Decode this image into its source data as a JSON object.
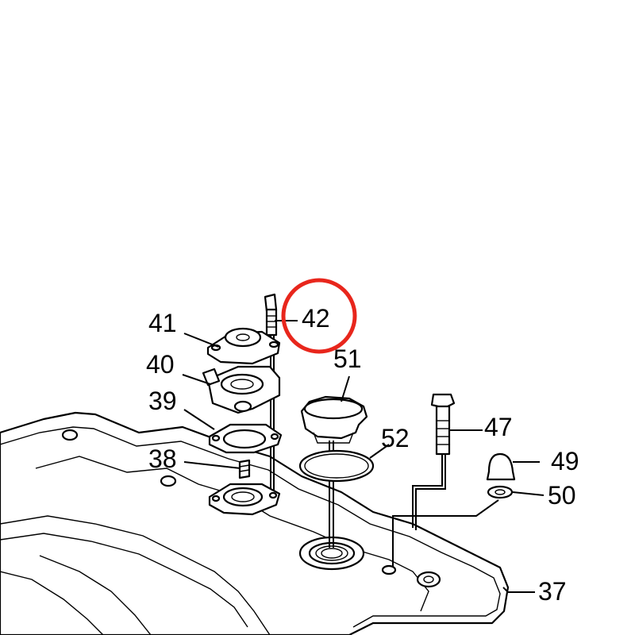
{
  "diagram": {
    "callouts": {
      "c37": "37",
      "c38": "38",
      "c39": "39",
      "c40": "40",
      "c41": "41",
      "c42": "42",
      "c47": "47",
      "c49": "49",
      "c50": "50",
      "c51": "51",
      "c52": "52"
    },
    "highlighted_callout": "42",
    "highlight_color": "#e8261c",
    "line_color": "#000000",
    "background_color": "#ffffff"
  }
}
